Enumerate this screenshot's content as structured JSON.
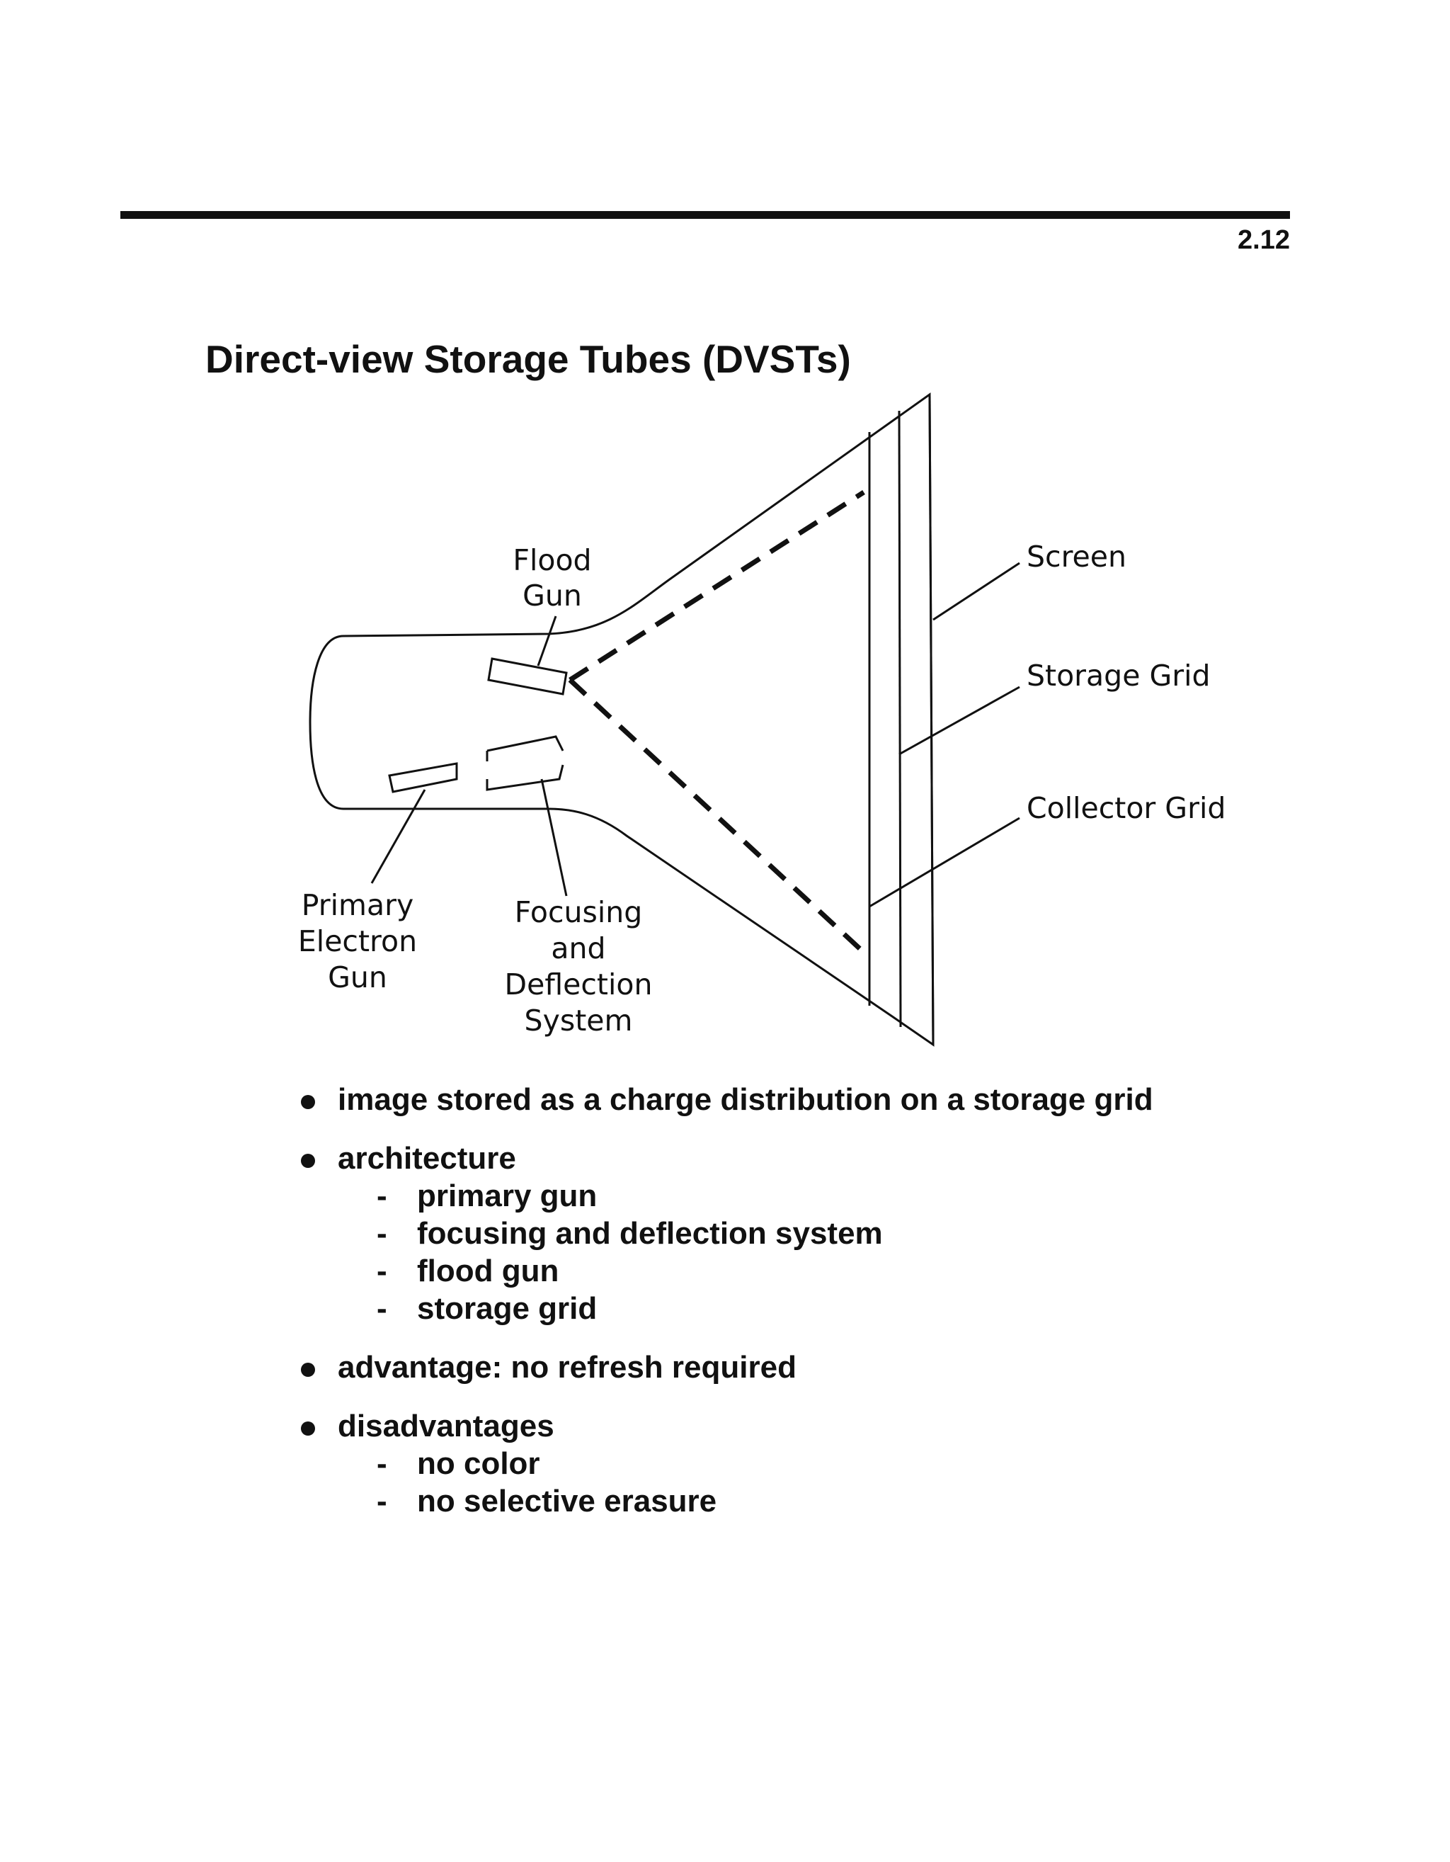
{
  "page": {
    "number": "2.12",
    "title": "Direct-view Storage Tubes (DVSTs)"
  },
  "diagram": {
    "labels": {
      "flood_gun": [
        "Flood",
        "Gun"
      ],
      "screen": "Screen",
      "storage_grid": "Storage Grid",
      "collector_grid": "Collector Grid",
      "primary_gun": [
        "Primary",
        "Electron",
        "Gun"
      ],
      "focusing": [
        "Focusing",
        "and",
        "Deflection",
        "System"
      ]
    }
  },
  "bullets": [
    {
      "text": "image stored as a charge distribution on a storage grid",
      "subs": []
    },
    {
      "text": "architecture",
      "subs": [
        "primary gun",
        "focusing and deflection system",
        "flood gun",
        "storage grid"
      ]
    },
    {
      "text": "advantage: no refresh required",
      "subs": []
    },
    {
      "text": "disadvantages",
      "subs": [
        "no color",
        "no selective erasure"
      ]
    }
  ]
}
